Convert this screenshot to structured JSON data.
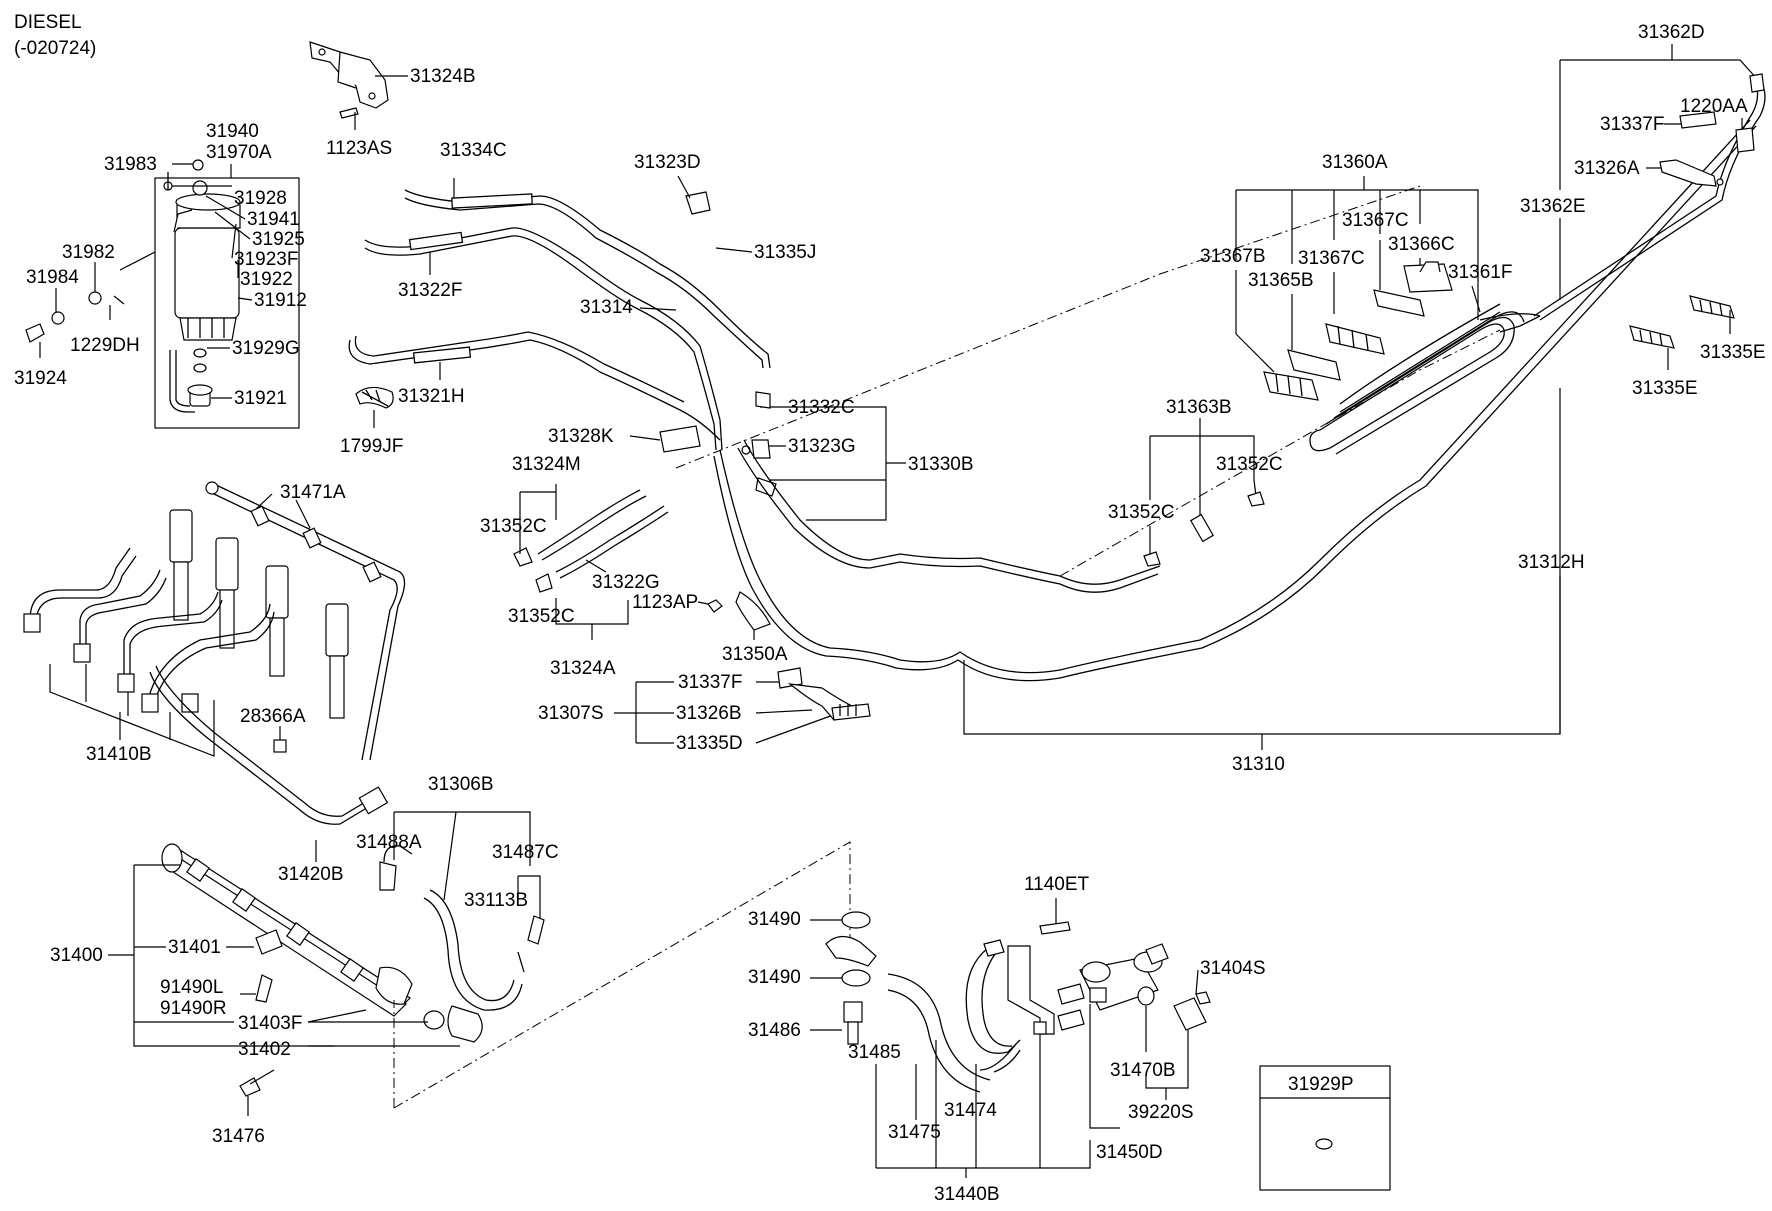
{
  "header": {
    "line1": "DIESEL",
    "line2": "(-020724)"
  },
  "labels": {
    "p31324B": "31324B",
    "p1123AS": "1123AS",
    "p31940": "31940",
    "p31970A": "31970A",
    "p31983": "31983",
    "p31928": "31928",
    "p31941": "31941",
    "p31925": "31925",
    "p31923F": "31923F",
    "p31922": "31922",
    "p31912": "31912",
    "p31929G": "31929G",
    "p31921": "31921",
    "p31982": "31982",
    "p31984": "31984",
    "p1229DH": "1229DH",
    "p31924": "31924",
    "p31334C": "31334C",
    "p31323D": "31323D",
    "p31335J": "31335J",
    "p31322F": "31322F",
    "p31314": "31314",
    "p31321H": "31321H",
    "p1799JF": "1799JF",
    "p31332C": "31332C",
    "p31328K": "31328K",
    "p31323G": "31323G",
    "p31330B": "31330B",
    "p31324M": "31324M",
    "p31352C_a": "31352C",
    "p31322G": "31322G",
    "p1123AP": "1123AP",
    "p31352C_b": "31352C",
    "p31350A": "31350A",
    "p31324A": "31324A",
    "p31337F_a": "31337F",
    "p31307S": "31307S",
    "p31326B": "31326B",
    "p31335D": "31335D",
    "p31471A": "31471A",
    "p28366A": "28366A",
    "p31410B": "31410B",
    "p31420B": "31420B",
    "p31306B": "31306B",
    "p31488A": "31488A",
    "p31487C": "31487C",
    "p33113B": "33113B",
    "p31400": "31400",
    "p31401": "31401",
    "p91490L": "91490L",
    "p91490R": "91490R",
    "p31403F": "31403F",
    "p31402": "31402",
    "p31476": "31476",
    "p31490_a": "31490",
    "p31490_b": "31490",
    "p31486": "31486",
    "p31485": "31485",
    "p31475": "31475",
    "p31474": "31474",
    "p31440B": "31440B",
    "p1140ET": "1140ET",
    "p31404S": "31404S",
    "p31470B": "31470B",
    "p39220S": "39220S",
    "p31450D": "31450D",
    "p31929P": "31929P",
    "p31310": "31310",
    "p31312H": "31312H",
    "p31363B": "31363B",
    "p31352C_c": "31352C",
    "p31352C_d": "31352C",
    "p31360A": "31360A",
    "p31367B": "31367B",
    "p31365B": "31365B",
    "p31367C_a": "31367C",
    "p31367C_b": "31367C",
    "p31366C": "31366C",
    "p31361F": "31361F",
    "p31362D": "31362D",
    "p31337F_b": "31337F",
    "p1220AA": "1220AA",
    "p31326A": "31326A",
    "p31362E": "31362E",
    "p31335E_a": "31335E",
    "p31335E_b": "31335E"
  }
}
